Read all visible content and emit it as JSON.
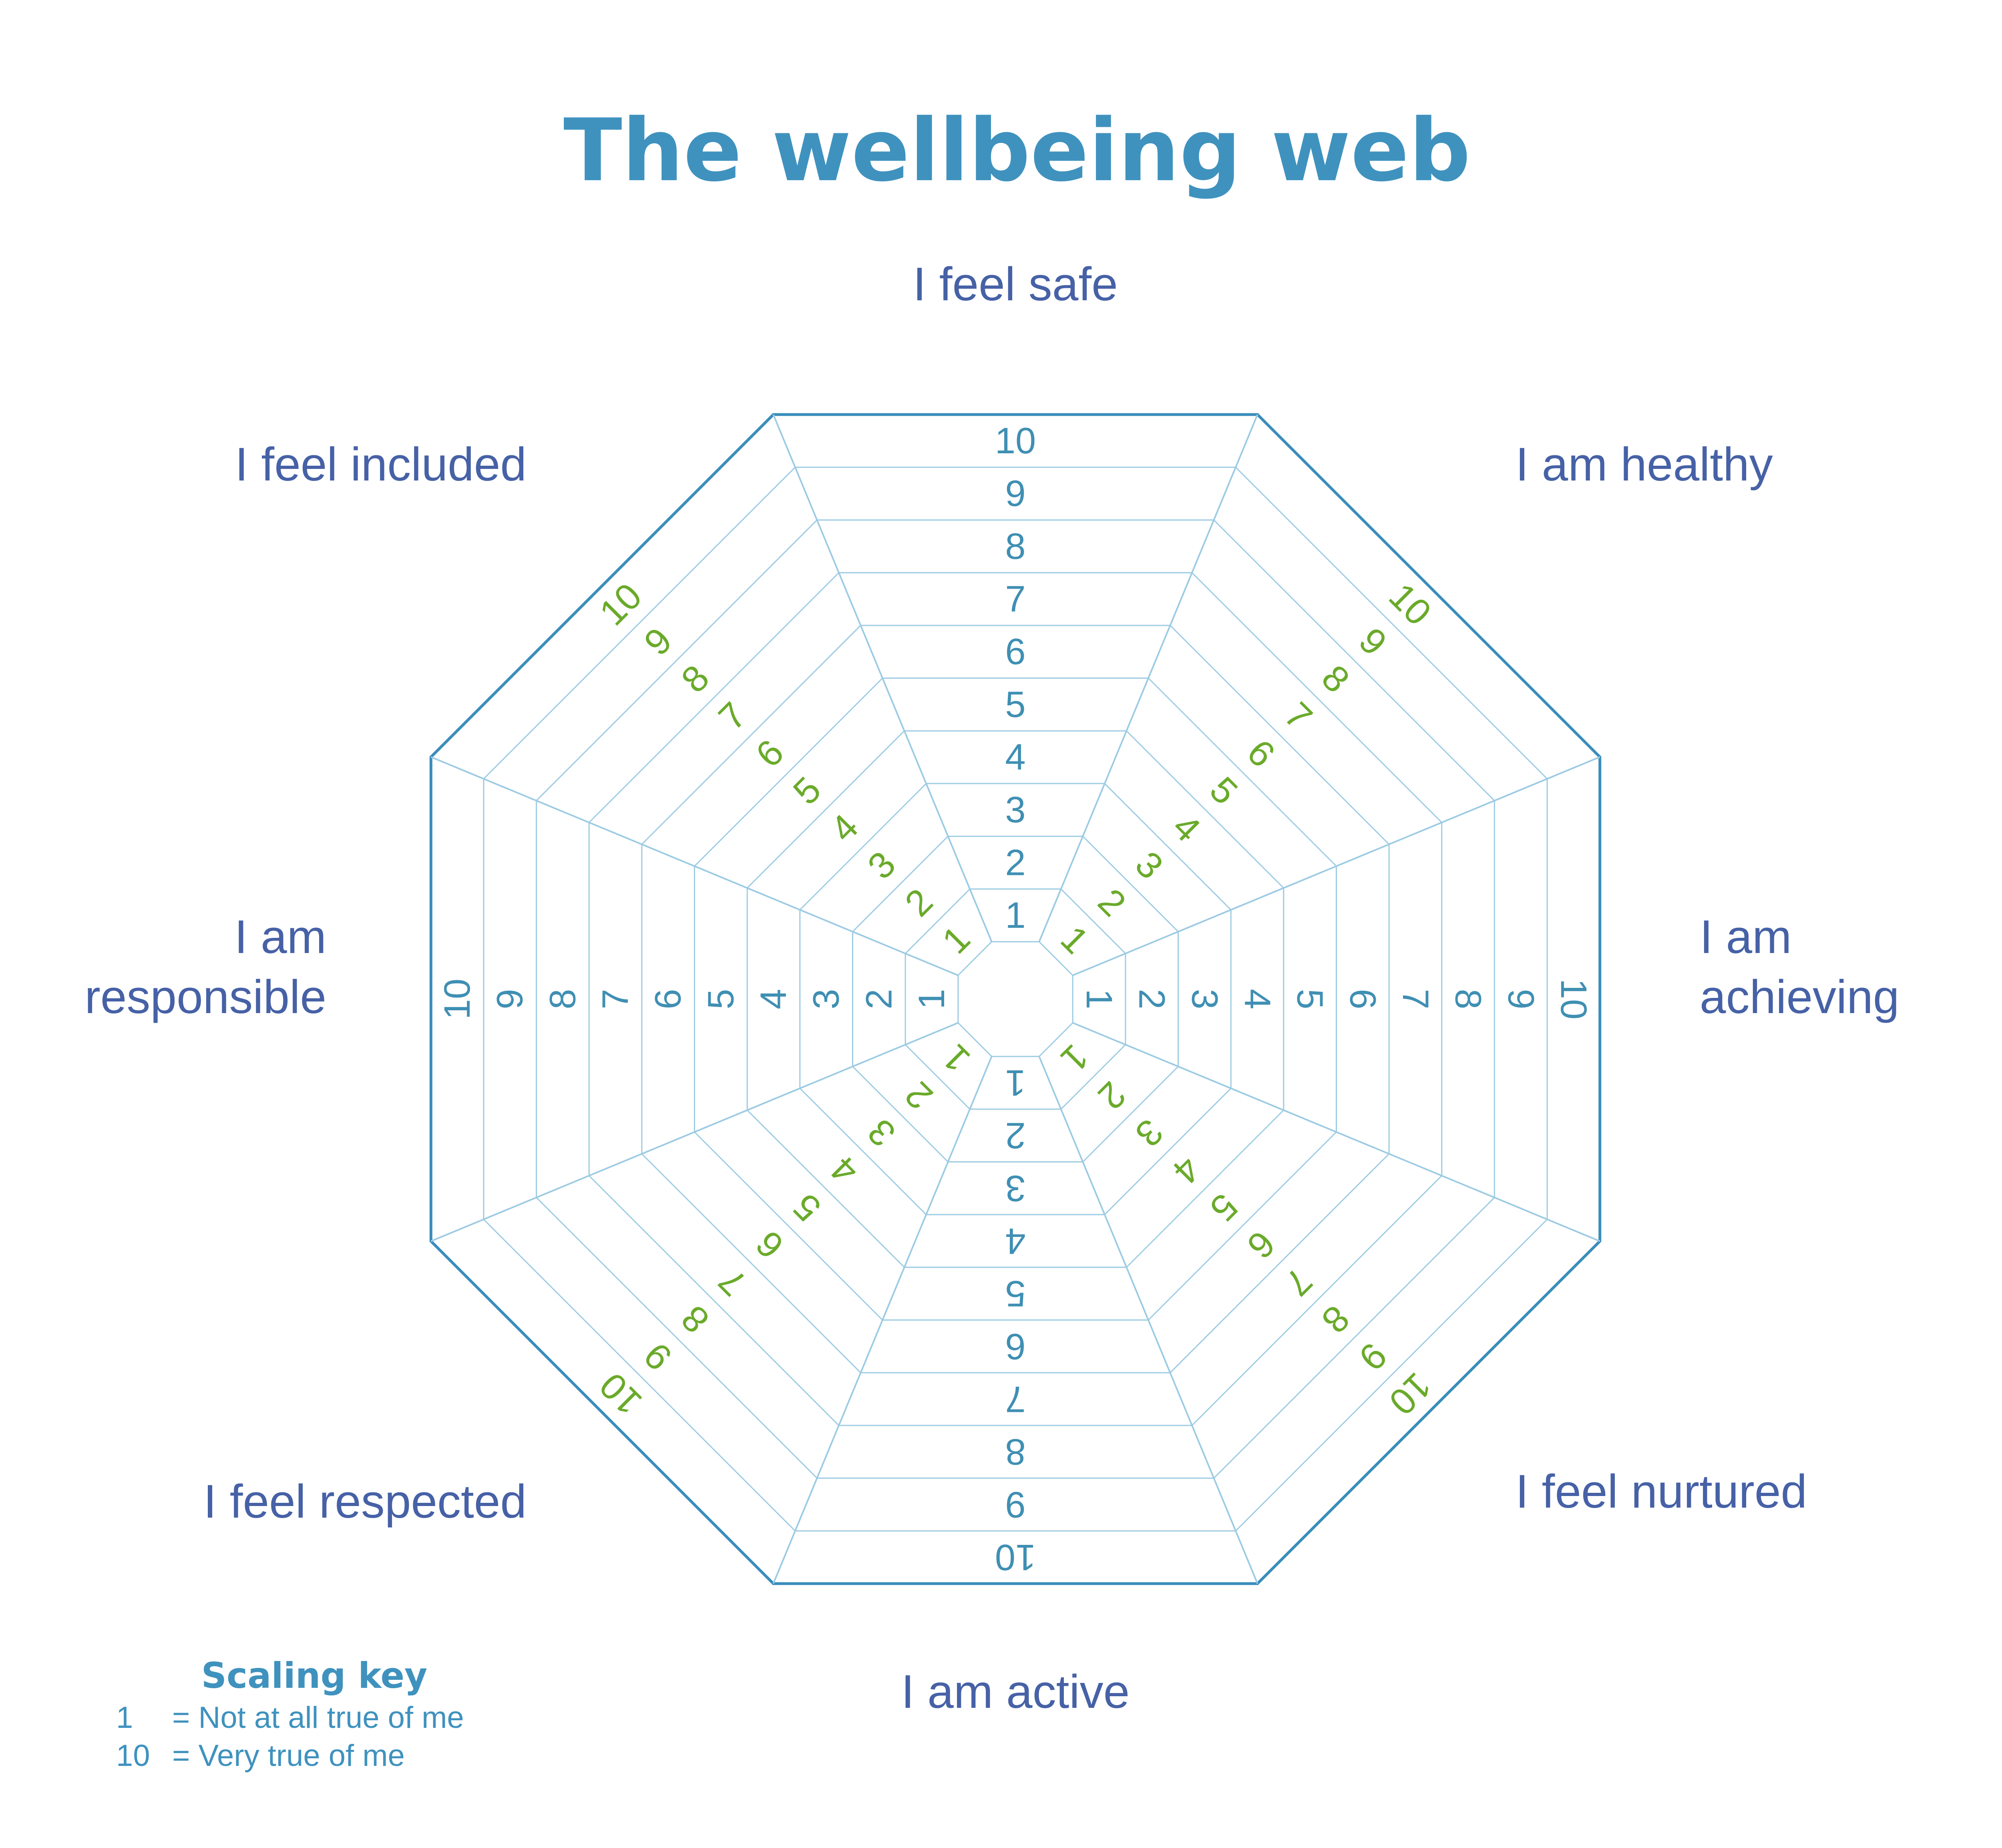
{
  "title": "The wellbeing web",
  "colors": {
    "title": "#3f92be",
    "axis_label": "#4661a6",
    "blue_numbers": "#3f8fb3",
    "green_numbers": "#6aaa2a",
    "outer_border": "#3a8dbb",
    "grid": "#9ccbe3",
    "key": "#3f92be"
  },
  "chart_data": {
    "type": "radar",
    "scale_min": 1,
    "scale_max": 10,
    "scale": [
      1,
      2,
      3,
      4,
      5,
      6,
      7,
      8,
      9,
      10
    ],
    "axes": [
      {
        "label": "I feel safe",
        "number_color": "blue"
      },
      {
        "label": "I am healthy",
        "number_color": "green"
      },
      {
        "label": "I am achieving",
        "number_color": "blue"
      },
      {
        "label": "I feel nurtured",
        "number_color": "green"
      },
      {
        "label": "I am active",
        "number_color": "blue"
      },
      {
        "label": "I feel respected",
        "number_color": "green"
      },
      {
        "label": "I am responsible",
        "number_color": "blue"
      },
      {
        "label": "I feel included",
        "number_color": "green"
      }
    ]
  },
  "scaling_key": {
    "title": "Scaling key",
    "entries": [
      {
        "value": "1",
        "text": "= Not at all true of me"
      },
      {
        "value": "10",
        "text": "= Very true of me"
      }
    ]
  }
}
